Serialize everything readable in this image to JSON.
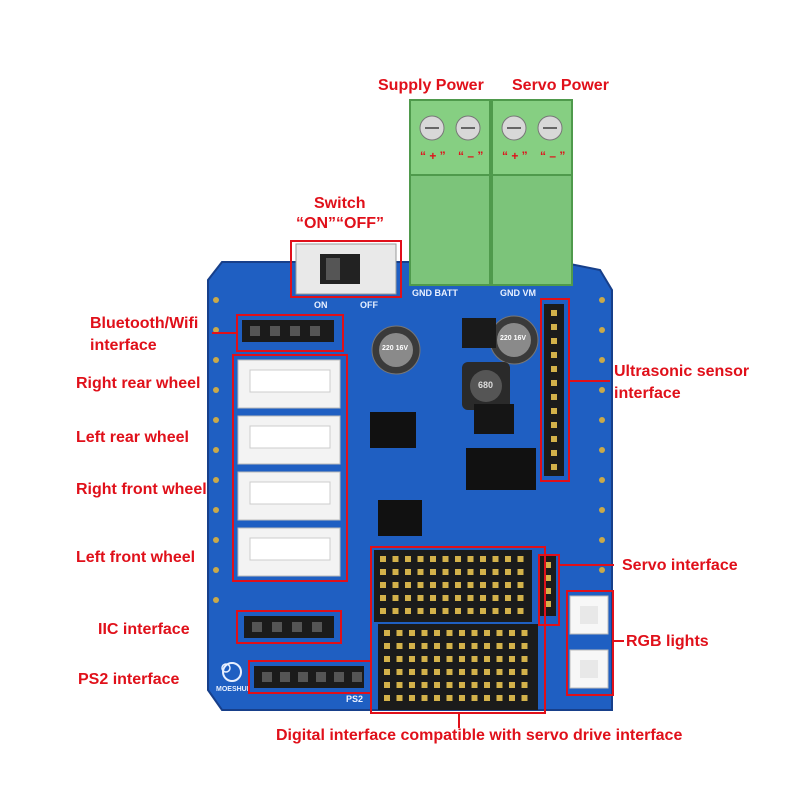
{
  "colors": {
    "annotation": "#e0101a",
    "pcb": "#1f5fc2",
    "terminal": "#7cc47a",
    "header": "#1b1b1b",
    "connector": "#f3f3f3"
  },
  "labels": {
    "supply_power": "Supply Power",
    "servo_power": "Servo Power",
    "switch": "Switch",
    "switch_states": "“ON”“OFF”",
    "bluetooth_line1": "Bluetooth/Wifi",
    "bluetooth_line2": "interface",
    "right_rear_wheel": "Right rear wheel",
    "left_rear_wheel": "Left rear wheel",
    "right_front_wheel": "Right front wheel",
    "left_front_wheel": "Left front wheel",
    "iic_interface": "IIC interface",
    "ps2_interface": "PS2 interface",
    "ultrasonic_line1": "Ultrasonic sensor",
    "ultrasonic_line2": "interface",
    "servo_interface": "Servo interface",
    "rgb_lights": "RGB lights",
    "digital_interface": "Digital interface compatible with servo drive interface"
  },
  "polarity": {
    "plus": "“ + ”",
    "minus": "“ – ”"
  },
  "silkscreen": {
    "gnd_batt": "GND BATT",
    "gnd_vm": "GND VM",
    "on": "ON",
    "off": "OFF",
    "brand": "MOESHUI",
    "ps2": "PS2",
    "cap1": "220 16V",
    "cap2": "220 16V",
    "inductor": "680"
  }
}
